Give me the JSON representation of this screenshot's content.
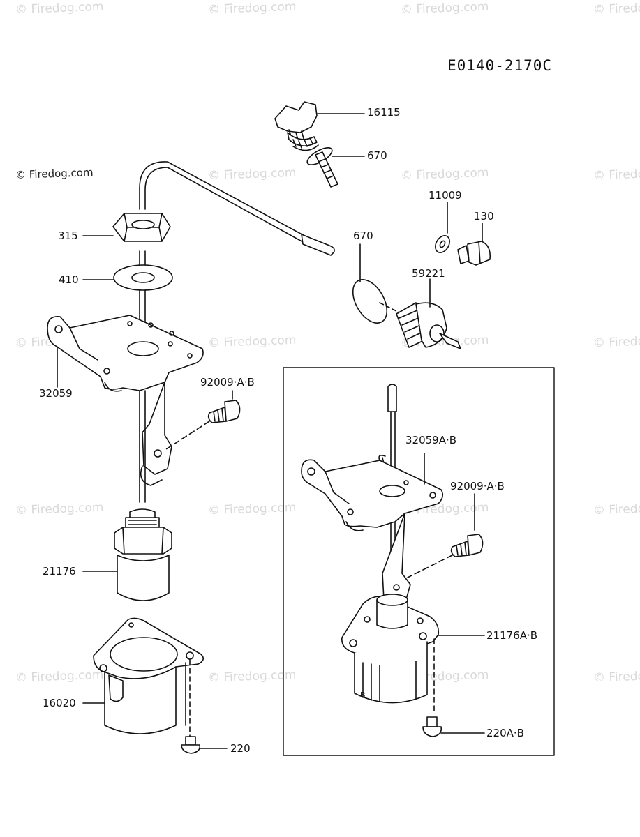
{
  "diagram_code": "E0140-2170C",
  "watermark": "© Firedog.com",
  "parts": {
    "p16115": "16115",
    "p670a": "670",
    "p315": "315",
    "p410": "410",
    "p670b": "670",
    "p11009": "11009",
    "p130": "130",
    "p59221": "59221",
    "p32059": "32059",
    "p92009": "92009·A·B",
    "p21176": "21176",
    "p16020": "16020",
    "p220": "220",
    "p32059ab": "32059A·B",
    "p92009ab": "92009·A·B",
    "p21176ab": "21176A·B",
    "p220ab": "220A·B"
  }
}
